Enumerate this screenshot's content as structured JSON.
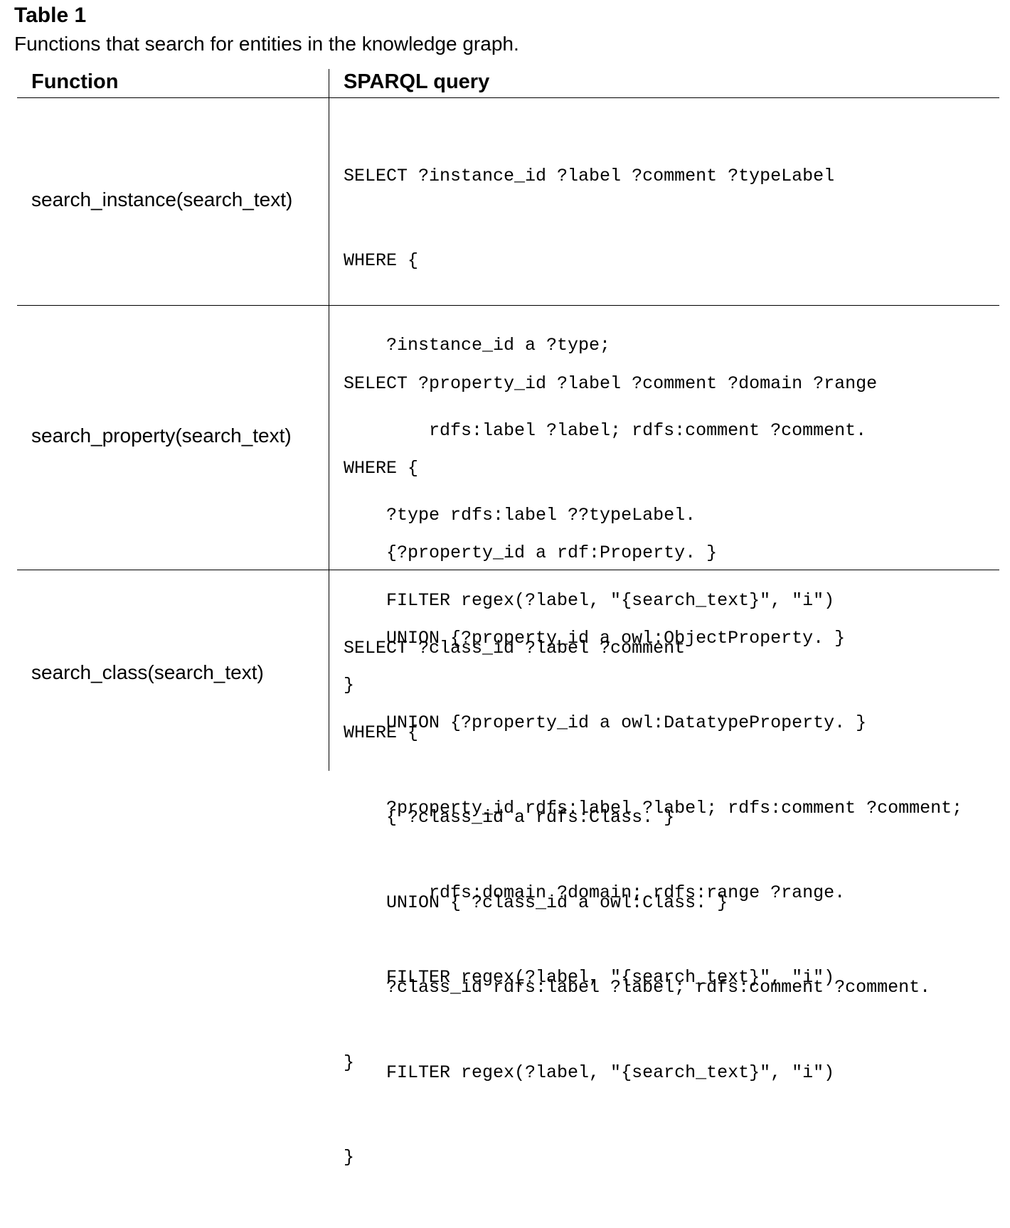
{
  "caption": {
    "title": "Table 1",
    "text": "Functions that search for entities in the knowledge graph."
  },
  "table": {
    "headers": [
      "Function",
      "SPARQL query"
    ],
    "rows": [
      {
        "function": "search_instance(search_text)",
        "query": [
          "SELECT ?instance_id ?label ?comment ?typeLabel",
          "WHERE {",
          "    ?instance_id a ?type;",
          "        rdfs:label ?label; rdfs:comment ?comment.",
          "    ?type rdfs:label ??typeLabel.",
          "    FILTER regex(?label, \"{search_text}\", \"i\")",
          "}"
        ]
      },
      {
        "function": "search_property(search_text)",
        "query": [
          "SELECT ?property_id ?label ?comment ?domain ?range",
          "WHERE {",
          "    {?property_id a rdf:Property. }",
          "    UNION {?property_id a owl:ObjectProperty. }",
          "    UNION {?property_id a owl:DatatypeProperty. }",
          "    ?property_id rdfs:label ?label; rdfs:comment ?comment;",
          "        rdfs:domain ?domain; rdfs:range ?range.",
          "    FILTER regex(?label, \"{search_text}\", \"i\")",
          "}"
        ]
      },
      {
        "function": "search_class(search_text)",
        "query": [
          "SELECT ?class_id ?label ?comment",
          "WHERE {",
          "    { ?class_id a rdfs:Class. }",
          "    UNION { ?class_id a owl:Class. }",
          "    ?class_id rdfs:label ?label; rdfs:comment ?comment.",
          "    FILTER regex(?label, \"{search_text}\", \"i\")",
          "}"
        ]
      }
    ]
  }
}
